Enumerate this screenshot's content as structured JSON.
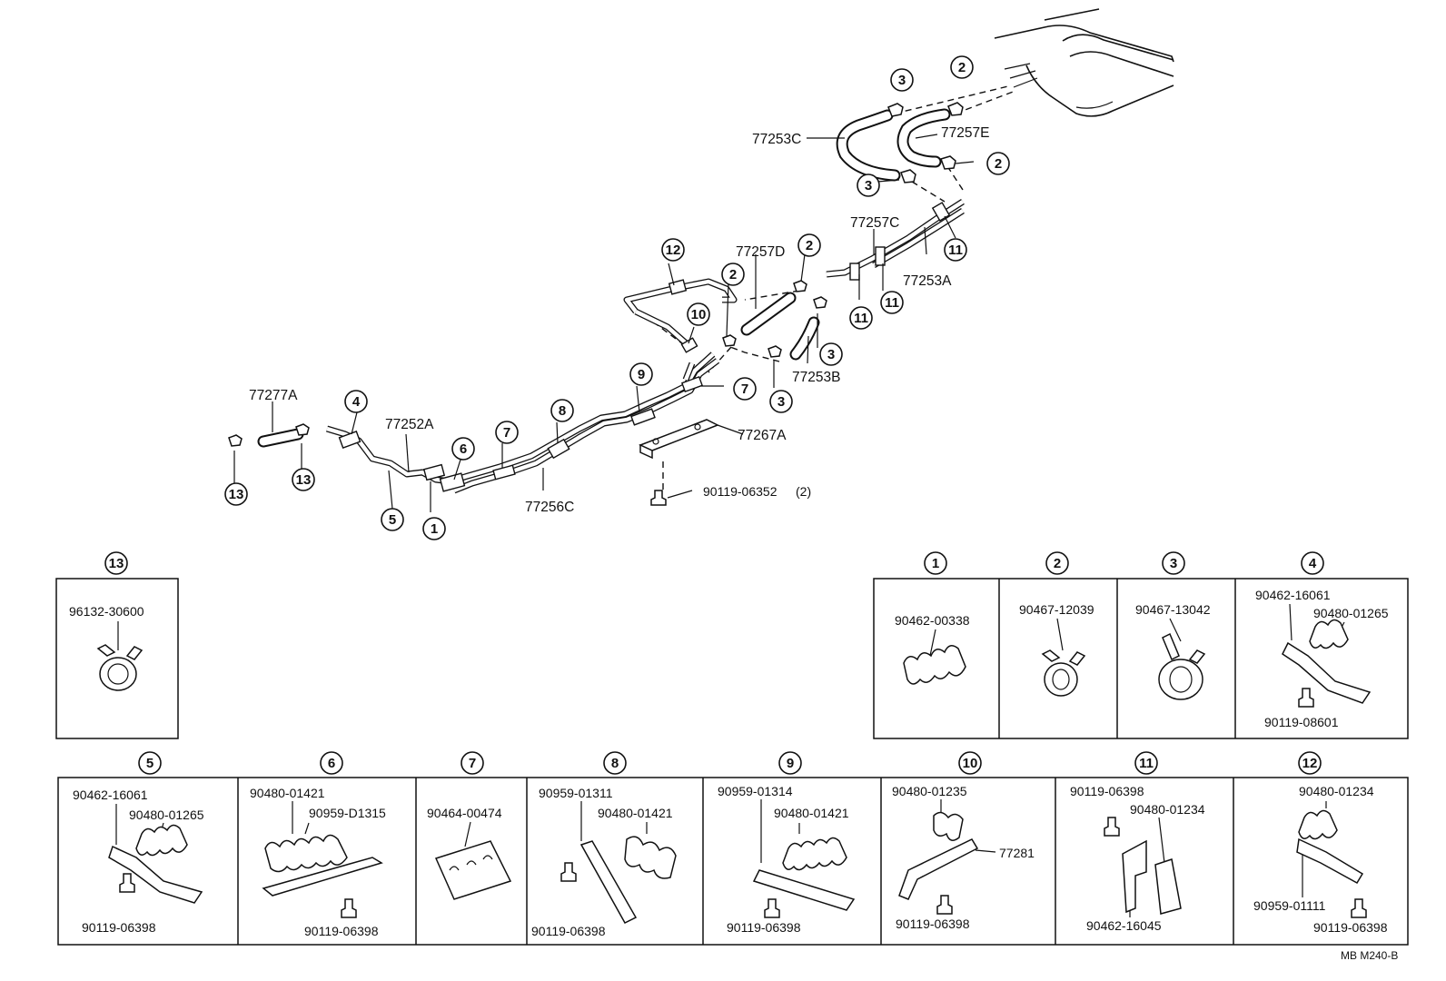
{
  "part_labels": {
    "p77253C": "77253C",
    "p77257E": "77257E",
    "p77257C": "77257C",
    "p77253A": "77253A",
    "p77257D": "77257D",
    "p77253B": "77253B",
    "p77277A": "77277A",
    "p77252A": "77252A",
    "p77267A": "77267A",
    "p77256C": "77256C",
    "bolt_main": "90119-06352",
    "bolt_qty": "(2)"
  },
  "callouts": {
    "c1": "1",
    "c2": "2",
    "c3": "3",
    "c4": "4",
    "c5": "5",
    "c6": "6",
    "c7": "7",
    "c8": "8",
    "c9": "9",
    "c10": "10",
    "c11": "11",
    "c12": "12",
    "c13": "13"
  },
  "detail_boxes": {
    "box13": {
      "p1": "96132-30600"
    },
    "box1": {
      "p1": "90462-00338"
    },
    "box2": {
      "p1": "90467-12039"
    },
    "box3": {
      "p1": "90467-13042"
    },
    "box4": {
      "p1": "90462-16061",
      "p2": "90480-01265",
      "p3": "90119-08601"
    },
    "box5": {
      "p1": "90462-16061",
      "p2": "90480-01265",
      "p3": "90119-06398"
    },
    "box6": {
      "p1": "90480-01421",
      "p2": "90959-D1315",
      "p3": "90119-06398"
    },
    "box7": {
      "p1": "90464-00474"
    },
    "box8": {
      "p1": "90959-01311",
      "p2": "90480-01421",
      "p3": "90119-06398"
    },
    "box9": {
      "p1": "90959-01314",
      "p2": "90480-01421",
      "p3": "90119-06398"
    },
    "box10": {
      "p1": "90480-01235",
      "p2": "77281",
      "p3": "90119-06398"
    },
    "box11": {
      "p1": "90119-06398",
      "p2": "90480-01234",
      "p3": "90462-16045"
    },
    "box12": {
      "p1": "90480-01234",
      "p2": "90959-01111",
      "p3": "90119-06398"
    }
  },
  "reference": "MB M240-B"
}
